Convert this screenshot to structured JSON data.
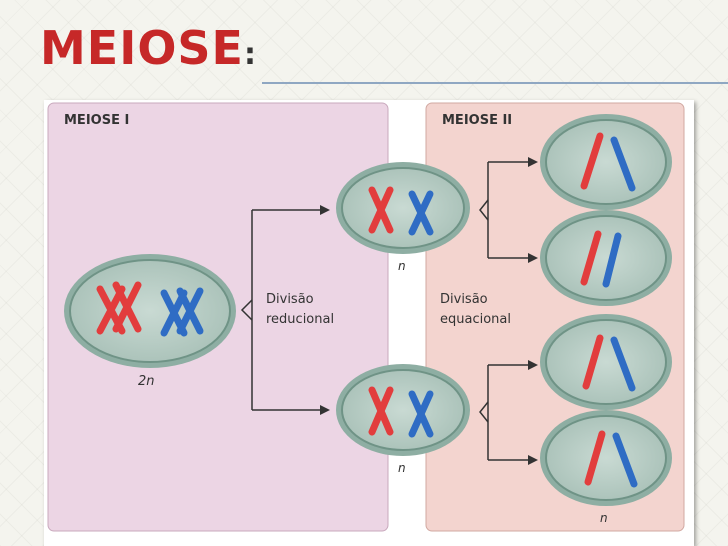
{
  "slide": {
    "title": "MEIOSE",
    "title_suffix": ":"
  },
  "diagram": {
    "panel_left_label": "MEIOSE I",
    "panel_right_label": "MEIOSE II",
    "label_division_1_line1": "Divisão",
    "label_division_1_line2": "reducional",
    "label_division_2_line1": "Divisão",
    "label_division_2_line2": "equacional",
    "label_parent_cell": "2n",
    "label_n": "n"
  },
  "colors": {
    "title_red": "#c62828",
    "panel_left_bg": "#ecd5e4",
    "panel_right_bg": "#f3d4cf",
    "cell_fill": "#b9cdc6",
    "cell_rim": "#7fa095",
    "chromosome_red": "#e23d3d",
    "chromosome_blue": "#2f6cc4"
  }
}
